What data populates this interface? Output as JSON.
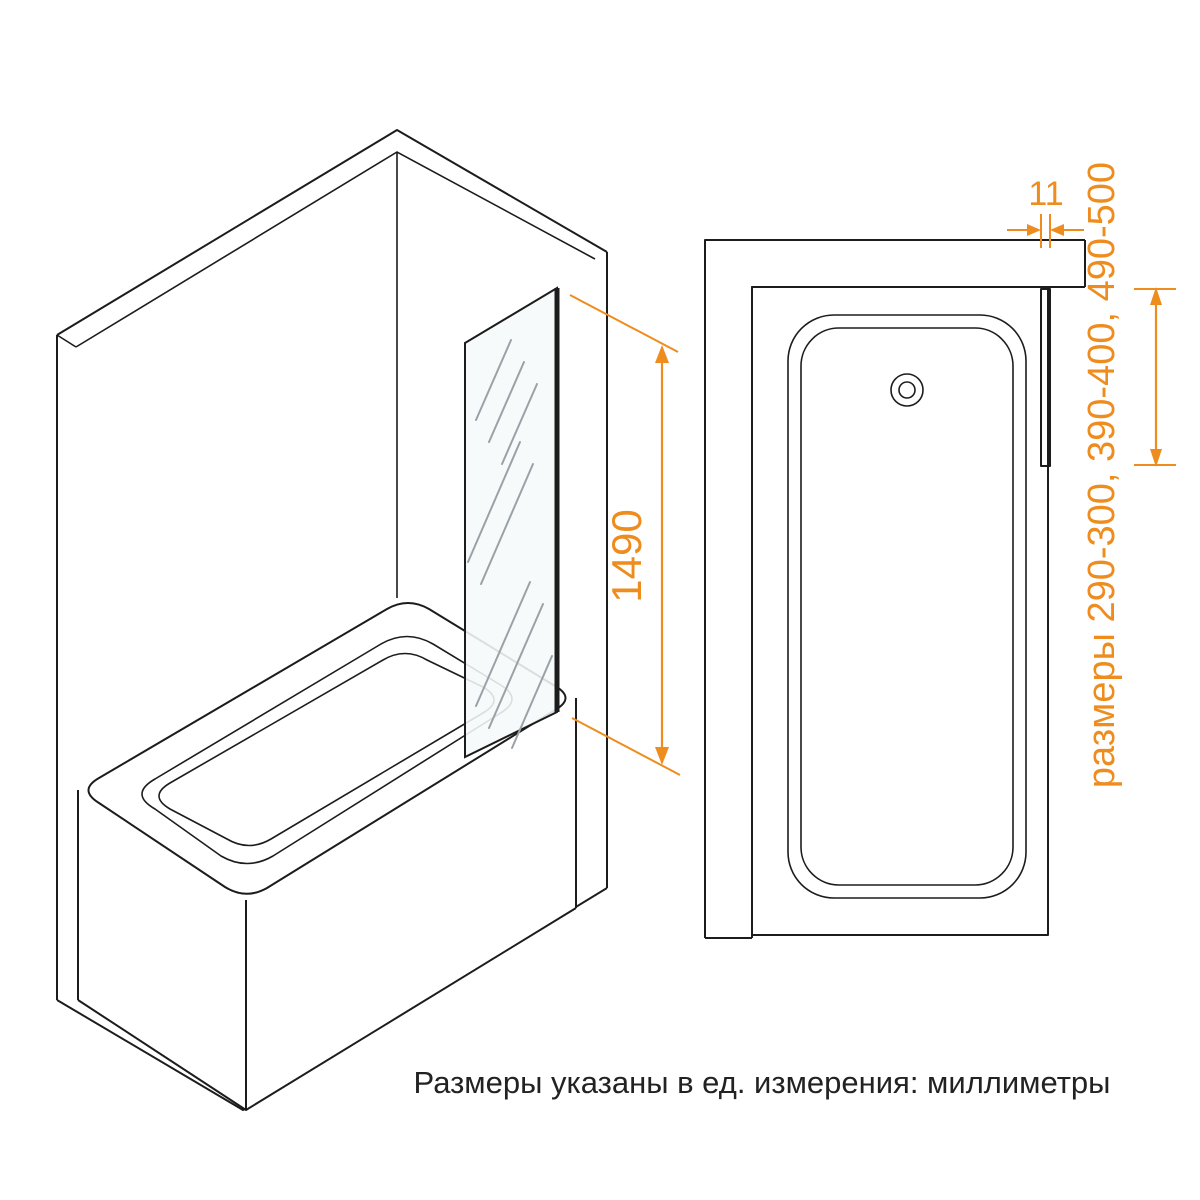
{
  "colors": {
    "accent": "#EE8C1E",
    "line": "#1C1C1C",
    "hatch": "#9AA2A8"
  },
  "dimensions": {
    "screen_height_mm": "1490",
    "profile_thickness_mm": "11",
    "width_options": "размеры 290-300, 390-400, 490-500"
  },
  "footer": {
    "units_note": "Размеры указаны в ед. измерения: миллиметры"
  }
}
